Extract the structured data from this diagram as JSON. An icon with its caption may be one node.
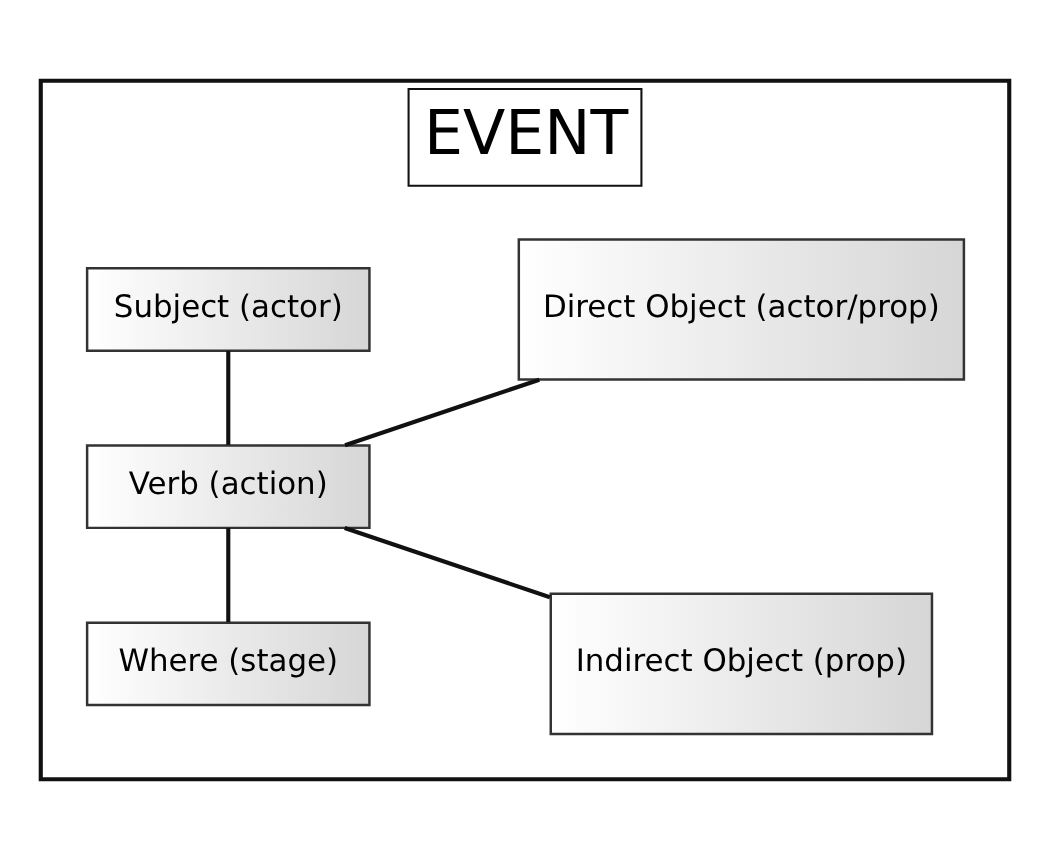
{
  "diagram": {
    "nodes": [
      {
        "text": [
          "EVENT"
        ]
      },
      {
        "text": [
          "Subject (actor)"
        ],
        "in": 0
      },
      {
        "text": [
          "Verb (action)"
        ],
        "in": 0
      },
      {
        "text": [
          "Where (stage)"
        ],
        "in": 0
      },
      {
        "text": [
          "Direct Object (actor/prop)"
        ],
        "in": 0
      },
      {
        "text": [
          "Indirect Object (prop)"
        ],
        "in": 0
      }
    ],
    "edges": [
      {
        "from": 1,
        "to": 2,
        "arrow": "none"
      },
      {
        "from": 2,
        "to": 3,
        "arrow": "none"
      },
      {
        "from": 2,
        "to": 4,
        "arrow": "none"
      },
      {
        "from": 2,
        "to": 5,
        "arrow": "none"
      }
    ]
  }
}
